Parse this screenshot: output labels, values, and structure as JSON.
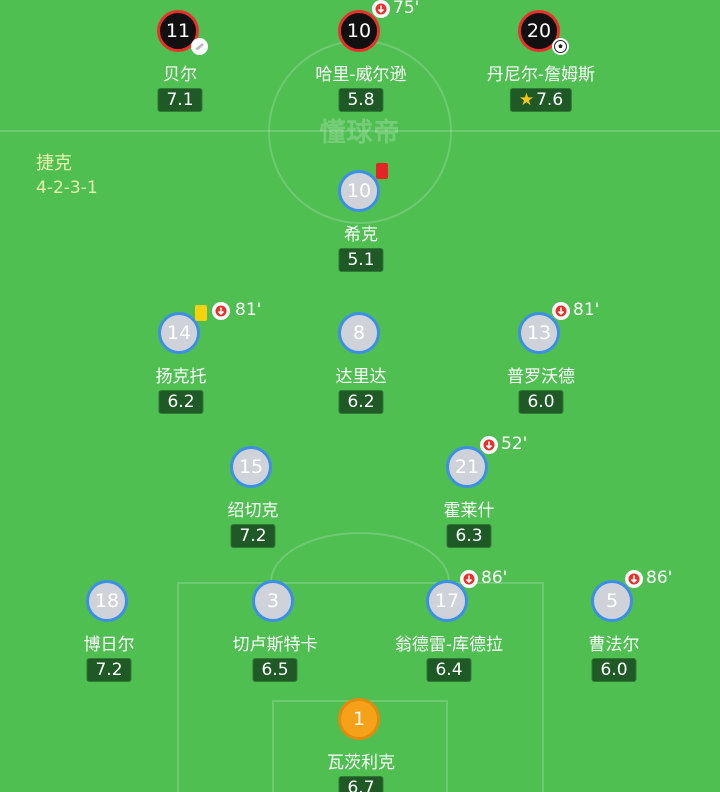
{
  "watermark": "懂球帝",
  "team": {
    "name": "捷克",
    "formation": "4-2-3-1"
  },
  "colors": {
    "pitch": "#4fbf52",
    "home_ring": "#3d8fe6",
    "opp_ring": "#e8312b",
    "keeper": "#f5a11a",
    "red_card": "#e52525",
    "yellow_card": "#f5d20c"
  },
  "opponents": [
    {
      "number": "11",
      "name": "贝尔",
      "rating": "7.1",
      "icon": "assist-boot-icon"
    },
    {
      "number": "10",
      "name": "哈里-威尔逊",
      "rating": "5.8",
      "sub_time": "75'"
    },
    {
      "number": "20",
      "name": "丹尼尔-詹姆斯",
      "rating": "7.6",
      "icon": "goal-ball-icon",
      "star": true
    }
  ],
  "players": [
    {
      "number": "10",
      "name": "希克",
      "rating": "5.1",
      "card": "red"
    },
    {
      "number": "14",
      "name": "扬克托",
      "rating": "6.2",
      "card": "yellow",
      "sub_time": "81'"
    },
    {
      "number": "8",
      "name": "达里达",
      "rating": "6.2"
    },
    {
      "number": "13",
      "name": "普罗沃德",
      "rating": "6.0",
      "sub_time": "81'"
    },
    {
      "number": "15",
      "name": "绍切克",
      "rating": "7.2"
    },
    {
      "number": "21",
      "name": "霍莱什",
      "rating": "6.3",
      "sub_time": "52'"
    },
    {
      "number": "18",
      "name": "博日尔",
      "rating": "7.2"
    },
    {
      "number": "3",
      "name": "切卢斯特卡",
      "rating": "6.5"
    },
    {
      "number": "17",
      "name": "翁德雷-库德拉",
      "rating": "6.4",
      "sub_time": "86'"
    },
    {
      "number": "5",
      "name": "曹法尔",
      "rating": "6.0",
      "sub_time": "86'"
    },
    {
      "number": "1",
      "name": "瓦茨利克",
      "rating": "6.7"
    }
  ]
}
